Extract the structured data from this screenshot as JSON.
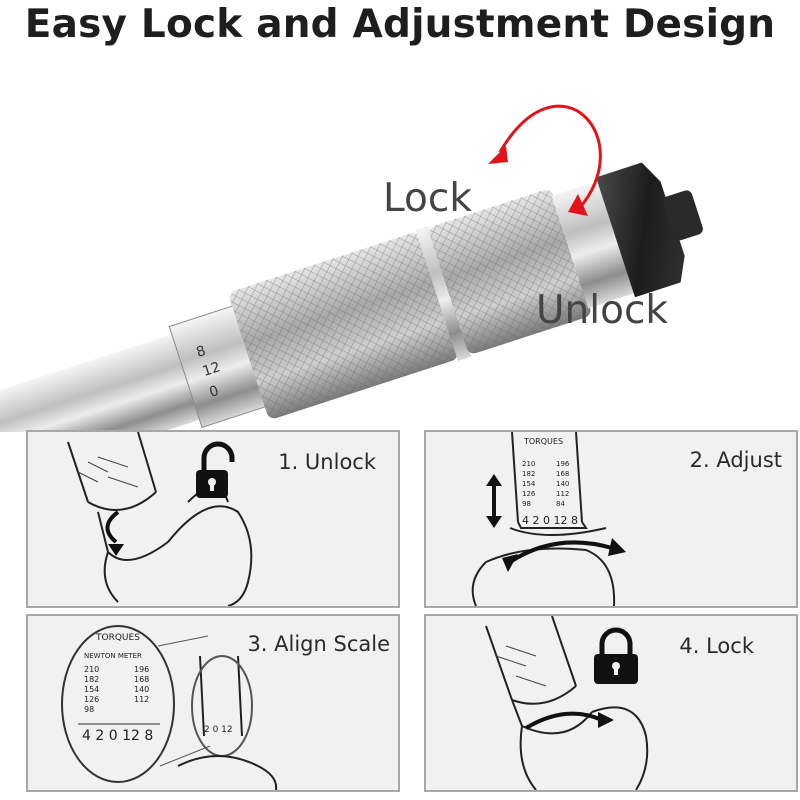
{
  "headline": "Easy Lock and Adjustment Design",
  "hero": {
    "lock_label": "Lock",
    "unlock_label": "Unlock",
    "arrow_color": "#e0141a"
  },
  "steps": [
    {
      "title": "1. Unlock",
      "icon": "padlock-open-icon"
    },
    {
      "title": "2. Adjust",
      "icon": "up-down-arrow-icon"
    },
    {
      "title": "3. Align Scale",
      "icon": "magnifier-scale-icon"
    },
    {
      "title": "4. Lock",
      "icon": "padlock-closed-icon"
    }
  ],
  "scale": {
    "header": "TORQUES",
    "units": "NEWTON   METER",
    "left_values": [
      "210",
      "182",
      "154",
      "126",
      "98"
    ],
    "right_values": [
      "196",
      "168",
      "140",
      "112",
      "84"
    ],
    "dial_digits": "4 2 0 12 8"
  }
}
